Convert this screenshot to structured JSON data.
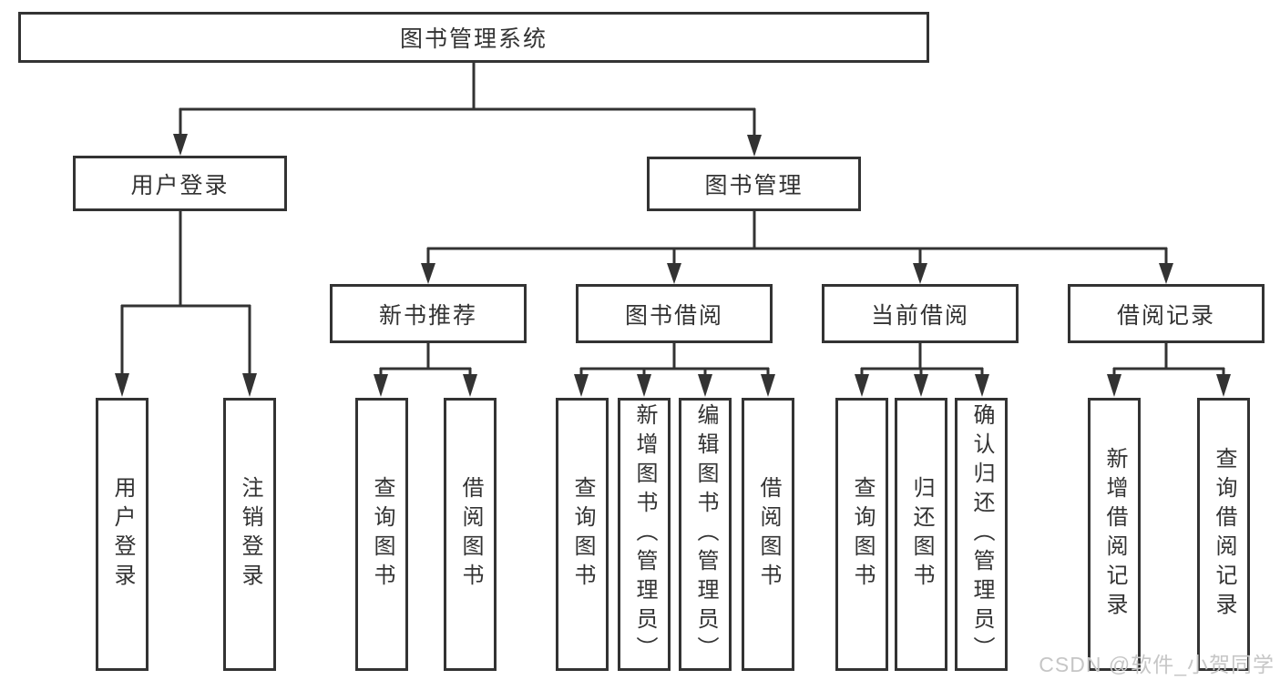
{
  "diagram": {
    "type": "tree",
    "title": "图书管理系统",
    "colors": {
      "line": "#333333",
      "box_fill": "#ffffff",
      "text": "#333333",
      "watermark": "#c6c6c6",
      "background": "#ffffff"
    },
    "nodes": {
      "root": "图书管理系统",
      "user_login_branch": "用户登录",
      "book_management_branch": "图书管理",
      "new_book_recommend": "新书推荐",
      "book_borrowing": "图书借阅",
      "current_borrowing": "当前借阅",
      "borrow_records": "借阅记录",
      "leaf_user_login": "用户登录",
      "leaf_logout": "注销登录",
      "leaf_query_books_a": "查询图书",
      "leaf_borrow_books_a": "借阅图书",
      "leaf_query_books_b": "查询图书",
      "leaf_add_books_admin": "新增图书（管理员）",
      "leaf_edit_books_admin": "编辑图书（管理员）",
      "leaf_borrow_books_b": "借阅图书",
      "leaf_query_books_c": "查询图书",
      "leaf_return_books": "归还图书",
      "leaf_confirm_return_admin": "确认归还（管理员）",
      "leaf_add_borrow_record": "新增借阅记录",
      "leaf_query_borrow_record": "查询借阅记录"
    },
    "watermark": "CSDN @软件_小贺同学"
  }
}
